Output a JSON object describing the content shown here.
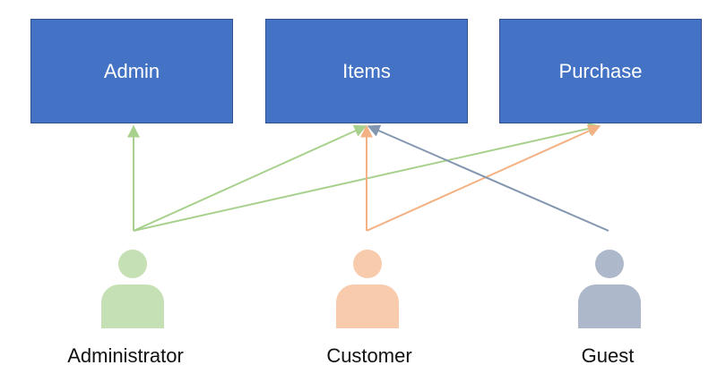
{
  "boxes": {
    "admin": "Admin",
    "items": "Items",
    "purchase": "Purchase"
  },
  "actors": {
    "administrator": "Administrator",
    "customer": "Customer",
    "guest": "Guest"
  },
  "colors": {
    "box_fill": "#4472c4",
    "box_border": "#2f528f",
    "box_text": "#ffffff",
    "administrator": "#c5e0b4",
    "administrator_line": "#a9d18e",
    "customer": "#f8cbad",
    "customer_line": "#f4b183",
    "guest": "#adb9ca",
    "guest_line": "#8497b0"
  },
  "connections": [
    {
      "from": "administrator",
      "to": "admin"
    },
    {
      "from": "administrator",
      "to": "items"
    },
    {
      "from": "administrator",
      "to": "purchase"
    },
    {
      "from": "customer",
      "to": "items"
    },
    {
      "from": "customer",
      "to": "purchase"
    },
    {
      "from": "guest",
      "to": "items"
    }
  ]
}
